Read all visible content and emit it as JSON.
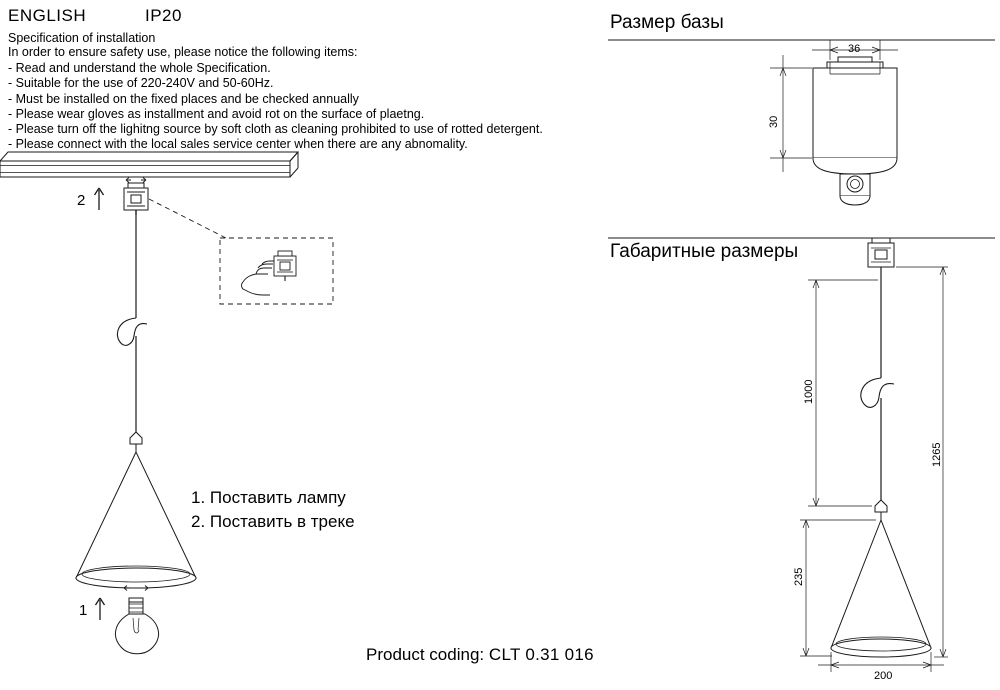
{
  "header": {
    "language": "ENGLISH",
    "ip_rating": "IP20"
  },
  "specification": {
    "title": "Specification of installation",
    "intro": "In order to ensure safety use, please notice the following items:",
    "items": [
      "- Read and understand the whole Specification.",
      "- Suitable for the use of 220-240V and 50-60Hz.",
      "- Must be installed on the fixed places and be checked annually",
      "- Please wear gloves as installment and avoid rot on the surface of plaetng.",
      "- Please turn off the lighitng source by soft cloth as cleaning prohibited to use of rotted detergent.",
      "- Please connect with the local sales service center when there are any abnomality."
    ]
  },
  "sections": {
    "base_size_title": "Размер базы",
    "overall_size_title": "Габаритные размеры"
  },
  "instructions": {
    "step1": "1. Поставить  лампу",
    "step2": "2. Поставить в треке",
    "marker1": "1",
    "marker2": "2"
  },
  "product": {
    "coding_label": "Product coding:",
    "coding_value": "CLT 0.31 016"
  },
  "dimensions": {
    "base_width": "36",
    "base_height": "30",
    "cord_length": "1000",
    "total_height": "1265",
    "shade_height": "235",
    "shade_diameter": "200"
  },
  "colors": {
    "line": "#1a1a1a",
    "text": "#000000",
    "background": "#ffffff"
  }
}
